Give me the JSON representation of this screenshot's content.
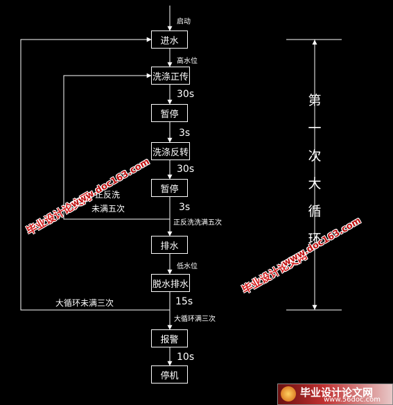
{
  "flow": {
    "start": "启动",
    "steps": {
      "fill": "进水",
      "wash_forward": "洗涤正传",
      "pause1": "暂停",
      "wash_reverse": "洗涤反转",
      "pause2": "暂停",
      "drain": "排水",
      "spin": "脱水排水",
      "alarm": "报警",
      "stop": "停机"
    },
    "conditions": {
      "high_level": "高水位",
      "t30a": "30s",
      "t3a": "3s",
      "t30b": "30s",
      "t3b": "3s",
      "five_done": "正反洗洗满五次",
      "low_level": "低水位",
      "t15": "15s",
      "three_done": "大循环满三次",
      "t10": "10s"
    },
    "loops": {
      "five_not_done_1": "正反洗",
      "five_not_done_2": "未满五次",
      "three_not_done": "大循环未满三次"
    },
    "span_label": [
      "第",
      "一",
      "次",
      "大",
      "循",
      "环"
    ]
  },
  "watermark": {
    "cn": "毕业设计论文网",
    "url": "www.doc163.com",
    "corner_cn": "毕业设计论文网",
    "corner_url": "www.56doc.com"
  }
}
